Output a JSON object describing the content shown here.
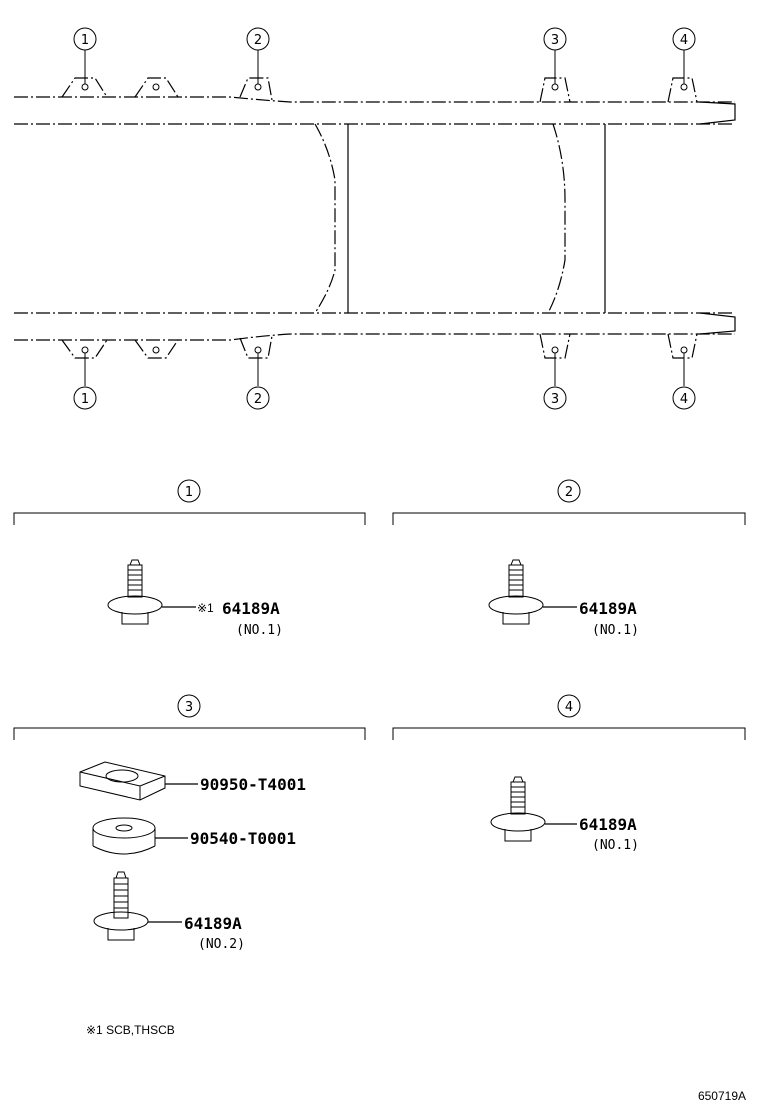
{
  "diagram": {
    "callouts": [
      "1",
      "2",
      "3",
      "4"
    ],
    "sections": [
      {
        "id": "1",
        "parts": [
          {
            "number": "64189A",
            "prefix": "※1",
            "qualifier": "(NO.1)"
          }
        ]
      },
      {
        "id": "2",
        "parts": [
          {
            "number": "64189A",
            "prefix": "",
            "qualifier": "(NO.1)"
          }
        ]
      },
      {
        "id": "3",
        "parts": [
          {
            "number": "90950-T4001",
            "prefix": "",
            "qualifier": ""
          },
          {
            "number": "90540-T0001",
            "prefix": "",
            "qualifier": ""
          },
          {
            "number": "64189A",
            "prefix": "",
            "qualifier": "(NO.2)"
          }
        ]
      },
      {
        "id": "4",
        "parts": [
          {
            "number": "64189A",
            "prefix": "",
            "qualifier": "(NO.1)"
          }
        ]
      }
    ],
    "footnote": "※1 SCB,THSCB",
    "reference_code": "650719A"
  }
}
